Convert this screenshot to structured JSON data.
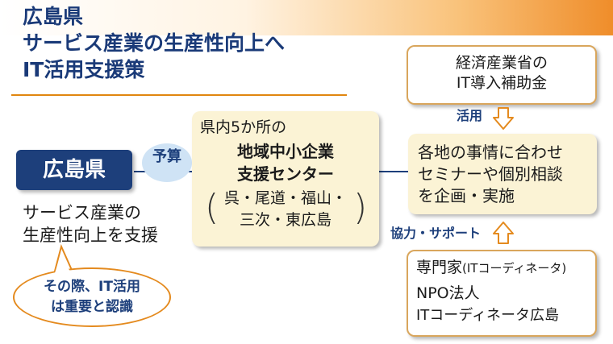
{
  "title": {
    "line1": "広島県",
    "line2": "サービス産業の生産性向上へ",
    "line3": "IT活用支援策"
  },
  "prefecture": {
    "label": "広島県",
    "caption_line1": "サービス産業の",
    "caption_line2": "生産性向上を支援",
    "bubble_line1": "その際、IT活用",
    "bubble_line2": "は重要と認識"
  },
  "budget_label": "予算",
  "center": {
    "intro": "県内5か所の",
    "name_line1": "地域中小企業",
    "name_line2": "支援センター",
    "paren_open": "(",
    "paren_close": ")",
    "locations_line1": "呉・尾道・福山・",
    "locations_line2": "三次・東広島"
  },
  "ministry": {
    "line1": "経済産業省の",
    "line2": "IT導入補助金"
  },
  "use_label": "活用",
  "events": {
    "line1": "各地の事情に合わせ",
    "line2": "セミナーや個別相談",
    "line3": "を企画・実施"
  },
  "support_label": "協力・サポート",
  "experts": {
    "line1": "専門家",
    "line1_sub": "(ITコーディネータ)",
    "line2": "NPO法人",
    "line3": "ITコーディネータ広島"
  },
  "colors": {
    "navy": "#1d3f7b",
    "orange": "#e48a1e",
    "cream": "#fbf3d5",
    "light_blue": "#cfe3f5"
  }
}
